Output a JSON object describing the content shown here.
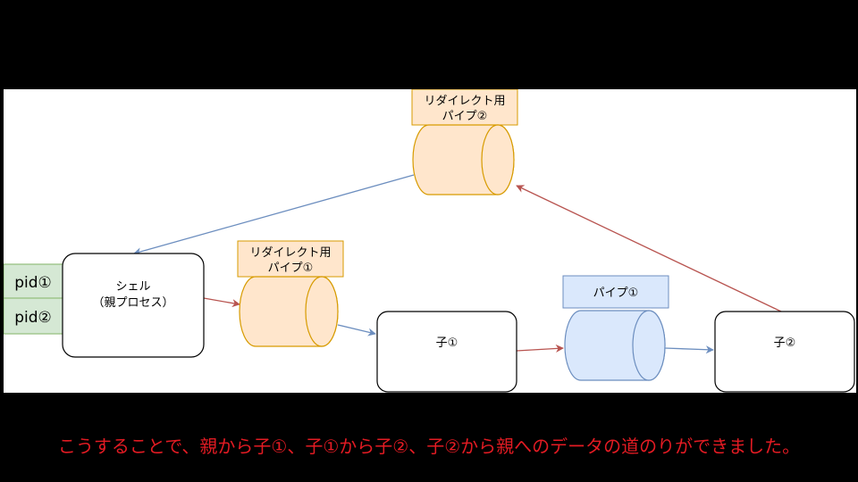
{
  "nodes": {
    "shell": {
      "line1": "シェル",
      "line2": "（親プロセス）"
    },
    "child1": {
      "label": "子①"
    },
    "child2": {
      "label": "子②"
    },
    "pid1": {
      "label": "pid①"
    },
    "pid2": {
      "label": "pid②"
    },
    "redirect_pipe1": {
      "line1": "リダイレクト用",
      "line2": "パイプ①"
    },
    "redirect_pipe2": {
      "line1": "リダイレクト用",
      "line2": "パイプ②"
    },
    "pipe1": {
      "label": "パイプ①"
    }
  },
  "caption": "こうすることで、親から子①、子①から子②、子②から親へのデータの道のりができました。",
  "colors": {
    "background": "#000000",
    "canvas": "#ffffff",
    "orange_fill": "#ffe6cc",
    "orange_stroke": "#d79b00",
    "blue_fill": "#dae8fc",
    "blue_stroke": "#6c8ebf",
    "green_fill": "#d5e8d4",
    "green_stroke": "#82b366",
    "red_arrow": "#b85450",
    "blue_arrow": "#6c8ebf",
    "caption_text": "#e31b23"
  }
}
